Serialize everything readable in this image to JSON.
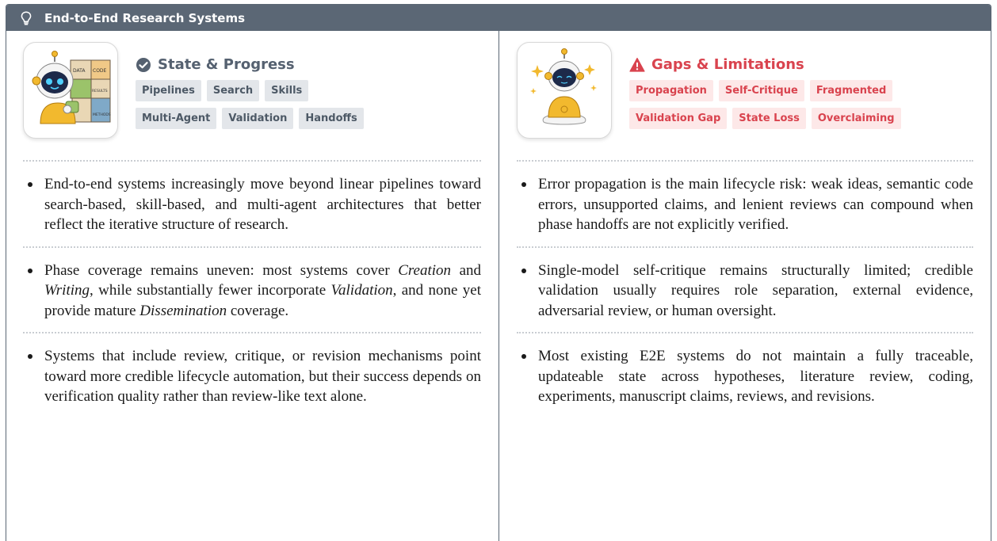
{
  "header": {
    "title": "End-to-End Research Systems",
    "icon": "lightbulb-icon"
  },
  "left": {
    "title": "State & Progress",
    "title_icon": "check-circle-icon",
    "tags": [
      [
        "Pipelines",
        "Search",
        "Skills"
      ],
      [
        "Multi-Agent",
        "Validation",
        "Handoffs"
      ]
    ],
    "puzzle_labels": [
      "DATA",
      "CODE",
      "RESULTS",
      "METHODS"
    ],
    "bullets": [
      "End-to-end systems increasingly move beyond linear pipelines toward search-based, skill-based, and multi-agent architectures that better reflect the iterative structure of research.",
      {
        "pre": "Phase coverage remains uneven: most systems cover ",
        "em1": "Creation",
        "mid1": " and ",
        "em2": "Writing",
        "mid2": ", while substantially fewer incorporate ",
        "em3": "Validation",
        "mid3": ", and none yet provide mature ",
        "em4": "Dissemination",
        "post": " coverage."
      },
      "Systems that include review, critique, or revision mechanisms point toward more credible lifecycle automation, but their success depends on verification quality rather than review-like text alone."
    ]
  },
  "right": {
    "title": "Gaps & Limitations",
    "title_icon": "warning-triangle-icon",
    "tags": [
      [
        "Propagation",
        "Self-Critique",
        "Fragmented"
      ],
      [
        "Validation Gap",
        "State Loss",
        "Overclaiming"
      ]
    ],
    "bullets": [
      "Error propagation is the main lifecycle risk: weak ideas, semantic code errors, unsupported claims, and lenient reviews can compound when phase handoffs are not explicitly verified.",
      "Single-model self-critique remains structurally limited; credible validation usually requires role separation, external evidence, adversarial review, or human oversight.",
      "Most existing E2E systems do not maintain a fully traceable, updateable state across hypotheses, literature review, coding, experiments, manuscript claims, reviews, and revisions."
    ]
  },
  "colors": {
    "header": "#5b6775",
    "accent_red": "#d9434e",
    "tag_grey": "#e3e6ea",
    "tag_red": "#fde8e8"
  }
}
